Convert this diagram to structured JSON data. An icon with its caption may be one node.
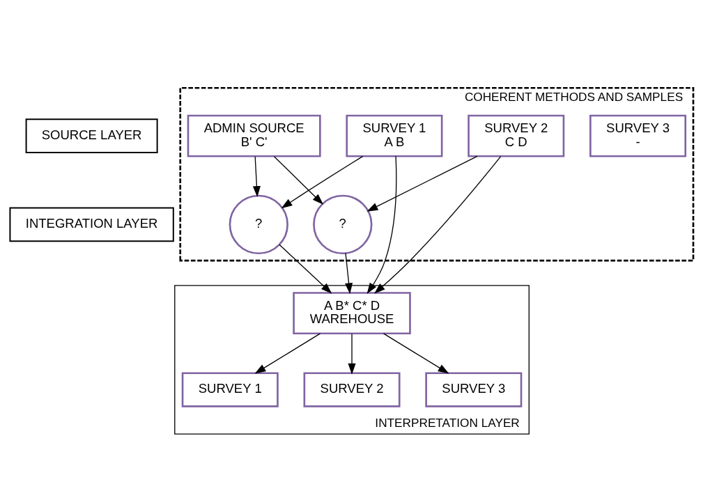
{
  "diagram": {
    "nodes": [
      {
        "text": [
          "SOURCE LAYER"
        ]
      },
      {
        "text": [
          "COHERENT METHODS AND SAMPLES"
        ]
      },
      {
        "text": [
          "SURVEY 1",
          "A B"
        ],
        "in": 1
      },
      {
        "text": [
          "ADMIN SOURCE",
          "B' C'"
        ],
        "in": 1
      },
      {
        "text": [
          "SURVEY 2",
          "C D"
        ],
        "in": 1
      },
      {
        "text": [
          "SURVEY 3",
          "-"
        ],
        "in": 1
      },
      {
        "text": [
          "INTEGRATION LAYER"
        ]
      },
      {
        "text": [
          "?"
        ],
        "in": 1
      },
      {
        "text": [
          "?"
        ],
        "in": 1
      },
      {
        "text": [
          "INTERPRETATION LAYER"
        ]
      },
      {
        "text": [
          "A B* C* D",
          "WAREHOUSE"
        ],
        "in": 9
      },
      {
        "text": [
          "SURVEY 1"
        ],
        "in": 9
      },
      {
        "text": [
          "SURVEY 2"
        ],
        "in": 9
      },
      {
        "text": [
          "SURVEY 3"
        ],
        "in": 9
      }
    ],
    "edges": [
      {
        "from": 2,
        "to": 10,
        "arrow": "to"
      },
      {
        "from": 2,
        "to": 7,
        "arrow": "to"
      },
      {
        "from": 3,
        "to": 7,
        "arrow": "to"
      },
      {
        "from": 3,
        "to": 8,
        "arrow": "to"
      },
      {
        "from": 4,
        "to": 8,
        "arrow": "to"
      },
      {
        "from": 4,
        "to": 10,
        "arrow": "to"
      },
      {
        "from": 7,
        "to": 10,
        "arrow": "to"
      },
      {
        "from": 8,
        "to": 10,
        "arrow": "to"
      },
      {
        "from": 10,
        "to": 11,
        "arrow": "to"
      },
      {
        "from": 10,
        "to": 12,
        "arrow": "to"
      },
      {
        "from": 10,
        "to": 13,
        "arrow": "to"
      }
    ]
  }
}
